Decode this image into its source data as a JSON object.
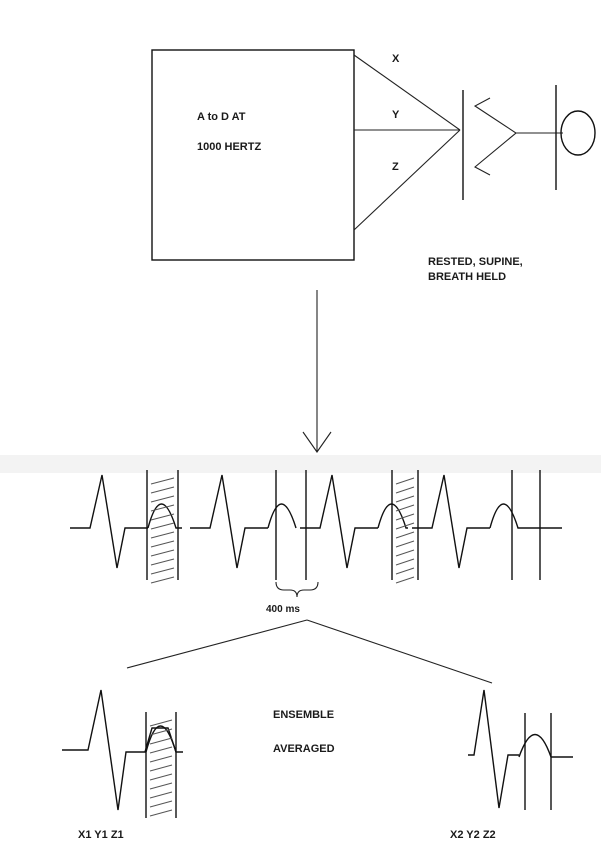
{
  "converter_box": {
    "line1": "A to D AT",
    "line2": "1000 HERTZ"
  },
  "leads": {
    "x": "X",
    "y": "Y",
    "z": "Z"
  },
  "condition": {
    "line1": "RESTED, SUPINE,",
    "line2": "BREATH HELD"
  },
  "interval_label": "400 ms",
  "ensemble": {
    "line1": "ENSEMBLE",
    "line2": "AVERAGED"
  },
  "averaged_labels": {
    "first": "X1  Y1  Z1",
    "second": "X2  Y2  Z2"
  }
}
